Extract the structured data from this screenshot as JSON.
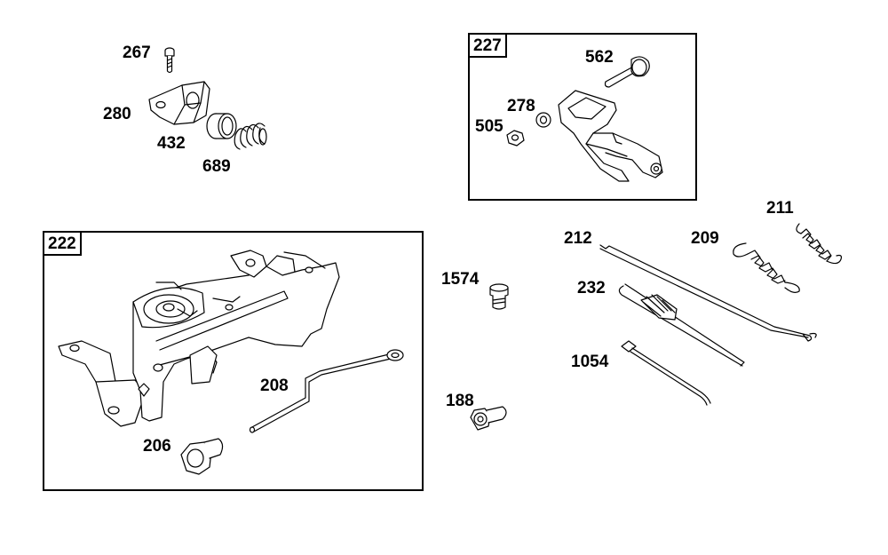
{
  "assemblies": {
    "a227": {
      "tag": "227"
    },
    "a222": {
      "tag": "222"
    }
  },
  "callouts": {
    "p267": "267",
    "p280": "280",
    "p432": "432",
    "p689": "689",
    "p562": "562",
    "p278": "278",
    "p505": "505",
    "p211": "211",
    "p212": "212",
    "p209": "209",
    "p1574": "1574",
    "p232": "232",
    "p1054": "1054",
    "p188": "188",
    "p208": "208",
    "p206": "206"
  }
}
